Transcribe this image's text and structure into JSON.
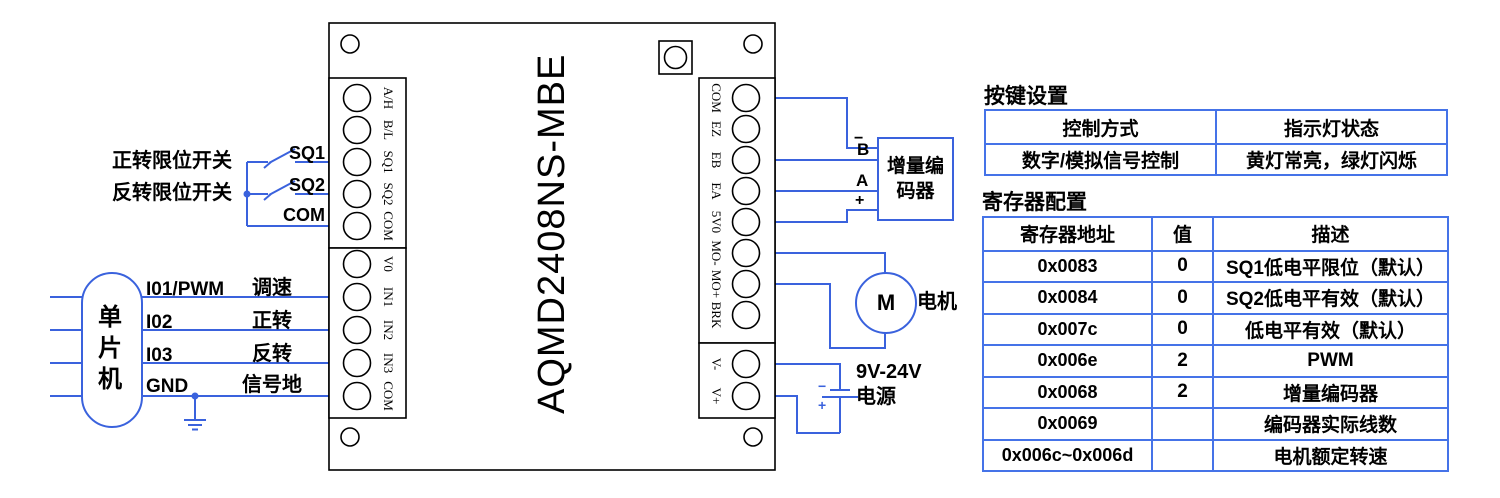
{
  "colors": {
    "wire_blue": "#3a62dd",
    "table_border_blue": "#4573e8",
    "text_black": "#000000"
  },
  "limit_switches": {
    "forward_label": "正转限位开关",
    "reverse_label": "反转限位开关",
    "sq1": "SQ1",
    "sq2": "SQ2",
    "com": "COM"
  },
  "mcu": {
    "name": "单片机",
    "pin1": "I01/PWM",
    "sig1": "调速",
    "pin2": "I02",
    "sig2": "正转",
    "pin3": "I03",
    "sig3": "反转",
    "pin4": "GND",
    "sig4": "信号地"
  },
  "controller": {
    "model": "AQMD2408NS-MBE",
    "left_upper_terminals": [
      "A/H",
      "B/L",
      "SQ1",
      "SQ2",
      "COM"
    ],
    "left_lower_terminals": [
      "V0",
      "IN1",
      "IN2",
      "IN3",
      "COM"
    ],
    "right_upper_terminals": [
      "COM",
      "EZ",
      "EB",
      "EA",
      "5V0",
      "MO-",
      "MO+",
      "BRK"
    ],
    "right_lower_terminals": [
      "V-",
      "V+"
    ]
  },
  "encoder": {
    "line1": "增量编",
    "line2": "码器",
    "minus": "−",
    "b": "B",
    "a": "A",
    "plus": "+"
  },
  "motor": {
    "symbol": "M",
    "label": "电机"
  },
  "power": {
    "volts": "9V-24V",
    "label": "电源",
    "minus": "−",
    "plus": "+"
  },
  "key_table": {
    "title": "按键设置",
    "h1": "控制方式",
    "h2": "指示灯状态",
    "r1c1": "数字/模拟信号控制",
    "r1c2": "黄灯常亮，绿灯闪烁"
  },
  "reg_table": {
    "title": "寄存器配置",
    "h": [
      "寄存器地址",
      "值",
      "描述"
    ],
    "rows": [
      {
        "addr": "0x0083",
        "val": "0",
        "desc": "SQ1低电平限位（默认）"
      },
      {
        "addr": "0x0084",
        "val": "0",
        "desc": "SQ2低电平有效（默认）"
      },
      {
        "addr": "0x007c",
        "val": "0",
        "desc": "低电平有效（默认）"
      },
      {
        "addr": "0x006e",
        "val": "2",
        "desc": "PWM"
      },
      {
        "addr": "0x0068",
        "val": "2",
        "desc": "增量编码器"
      },
      {
        "addr": "0x0069",
        "val": "",
        "desc": "编码器实际线数"
      },
      {
        "addr": "0x006c~0x006d",
        "val": "",
        "desc": "电机额定转速"
      }
    ]
  }
}
